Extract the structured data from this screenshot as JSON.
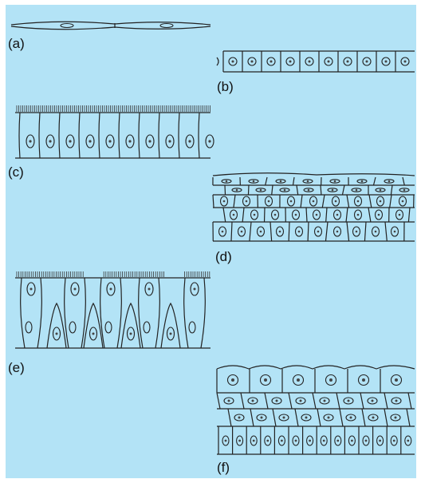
{
  "figure": {
    "background": "#b3e3f6",
    "ink": "#222222",
    "panels": [
      {
        "id": "a",
        "label": "(a)"
      },
      {
        "id": "b",
        "label": "(b)"
      },
      {
        "id": "c",
        "label": "(c)"
      },
      {
        "id": "d",
        "label": "(d)"
      },
      {
        "id": "e",
        "label": "(e)"
      },
      {
        "id": "f",
        "label": "(f)"
      }
    ]
  }
}
